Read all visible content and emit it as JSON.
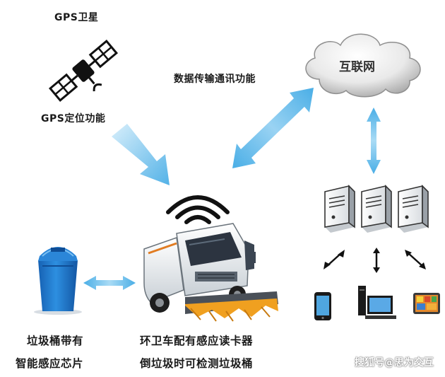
{
  "labels": {
    "gps_satellite": "GPS卫星",
    "gps_positioning": "GPS定位功能",
    "data_transmission": "数据传输通讯功能",
    "internet": "互联网",
    "bin_line1": "垃圾桶带有",
    "bin_line2": "智能感应芯片",
    "truck_line1": "环卫车配有感应读卡器",
    "truck_line2": "倒垃圾时可检测垃圾桶"
  },
  "watermark": "搜狐号@思为交互",
  "colors": {
    "arrow_blue": "#59b6e8",
    "bin_blue": "#1f7cd1",
    "truck_white": "#eef1f4",
    "brush_orange": "#f0a020"
  },
  "icons": [
    "satellite-icon",
    "wifi-signal-icon",
    "cloud-icon",
    "server-icon",
    "trash-bin-icon",
    "street-sweeper-icon",
    "phone-icon",
    "desktop-computer-icon",
    "tablet-icon"
  ]
}
